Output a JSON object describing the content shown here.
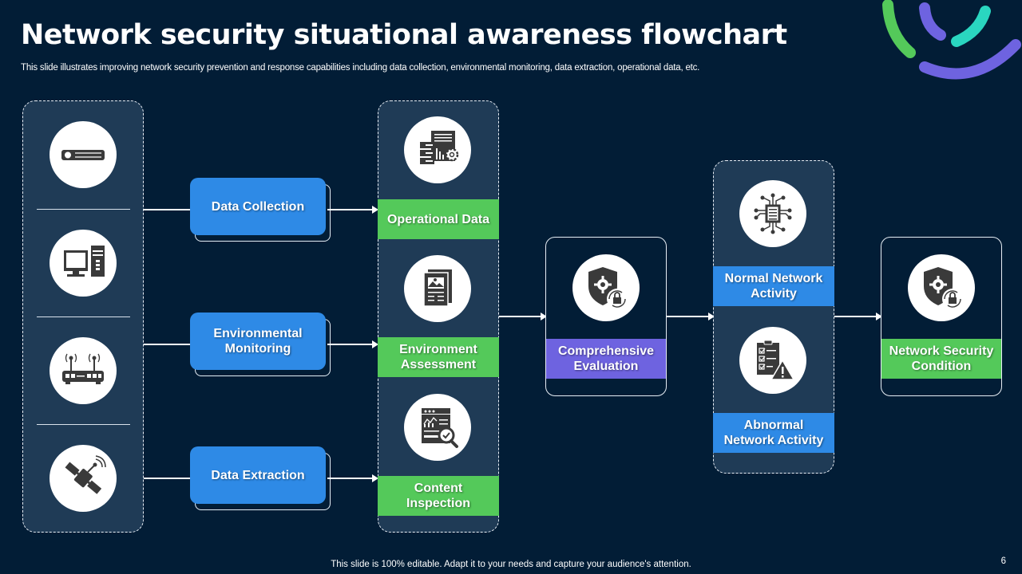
{
  "header": {
    "title": "Network security situational awareness flowchart",
    "subtitle": "This slide illustrates improving network security prevention and response capabilities including data collection, environmental monitoring, data extraction, operational data, etc."
  },
  "sources": {
    "icons": [
      "server-icon",
      "desktop-computer-icon",
      "wifi-router-icon",
      "satellite-icon"
    ]
  },
  "collection_steps": [
    {
      "label": "Data Collection"
    },
    {
      "label": "Environmental\nMonitoring"
    },
    {
      "label": "Data Extraction"
    }
  ],
  "data_types": [
    {
      "label": "Operational Data",
      "icon": "data-analytics-icon"
    },
    {
      "label": "Environment Assessment",
      "icon": "document-report-icon"
    },
    {
      "label": "Content Inspection",
      "icon": "content-inspection-icon"
    }
  ],
  "evaluation": {
    "label": "Comprehensive Evaluation",
    "icon": "shield-gear-lock-icon"
  },
  "activity": [
    {
      "label": "Normal Network Activity",
      "icon": "circuit-chip-icon"
    },
    {
      "label": "Abnormal Network Activity",
      "icon": "checklist-warning-icon"
    }
  ],
  "result": {
    "label": "Network Security Condition",
    "icon": "shield-gear-lock-icon"
  },
  "colors": {
    "background": "#021d36",
    "panel": "#1f3b56",
    "blue": "#2e8ae6",
    "green": "#54c95a",
    "purple": "#6e63e0",
    "teal": "#2ad6c0"
  },
  "footer": {
    "note": "This slide is 100% editable. Adapt it to your needs and capture your audience's attention.",
    "page_number": "6"
  }
}
